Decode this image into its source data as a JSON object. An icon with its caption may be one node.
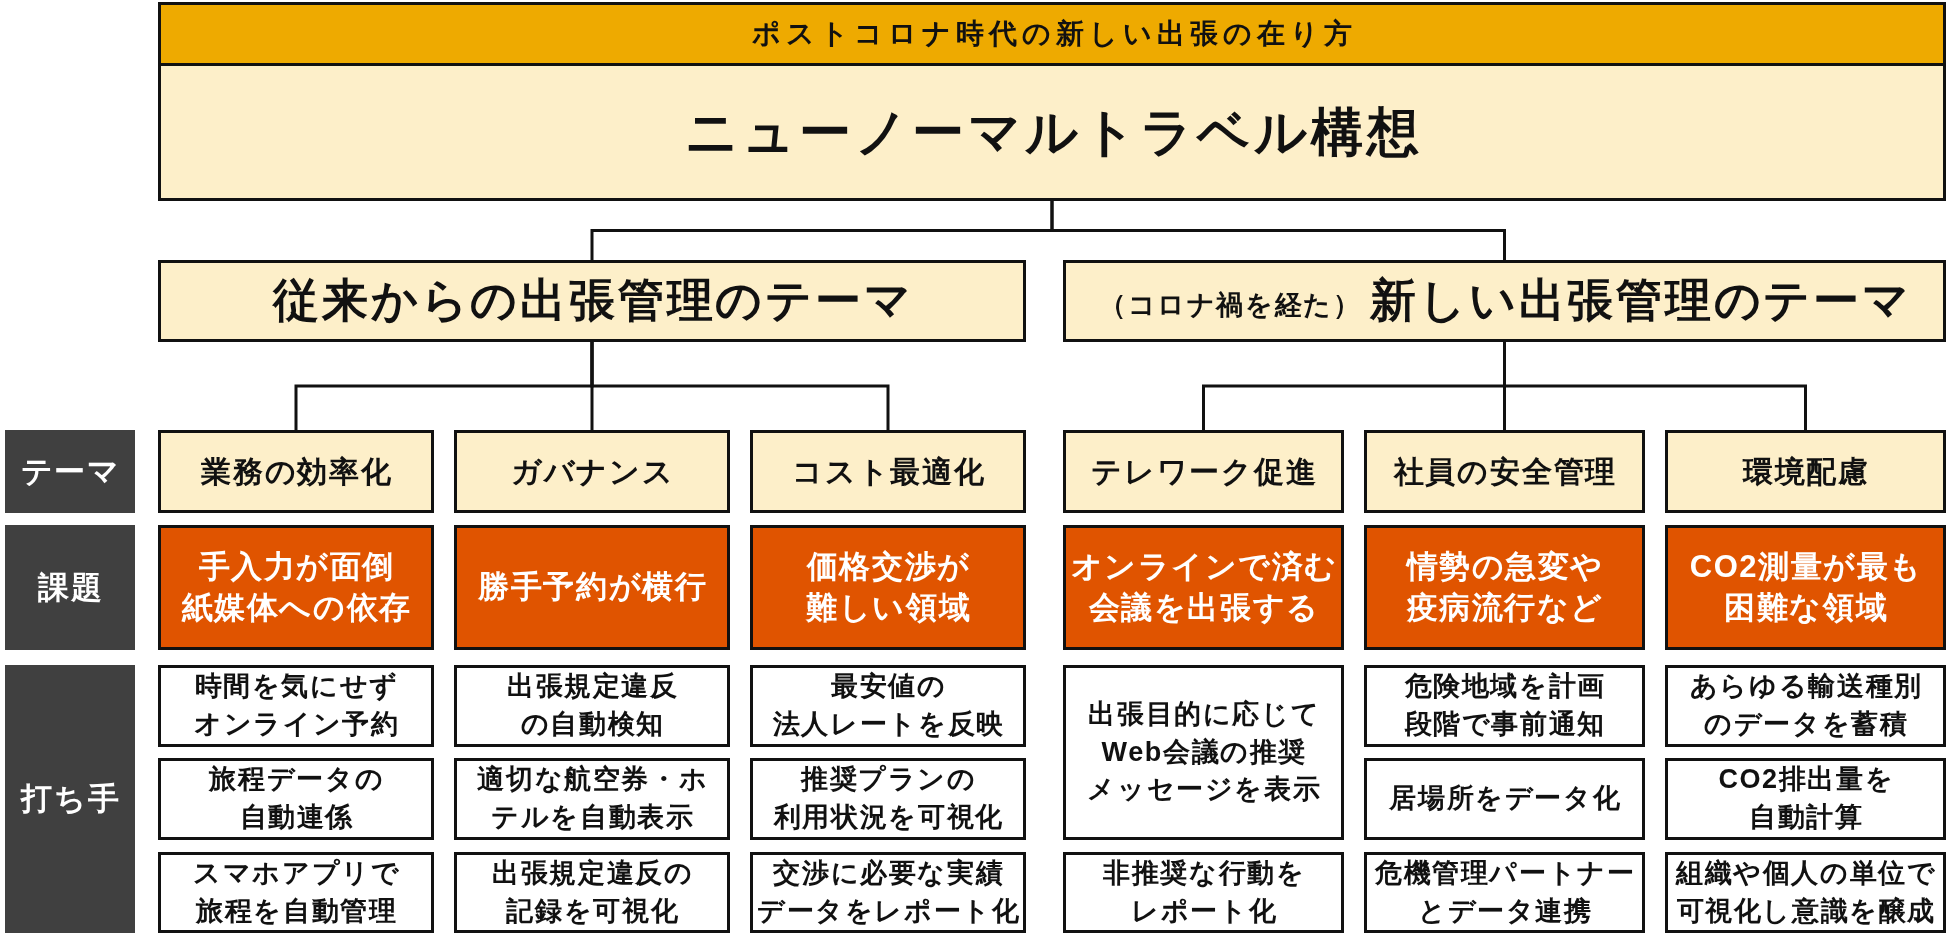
{
  "diagram": {
    "nodes": [
      {
        "text": [
          "ポストコロナ時代の新しい出張の在り方"
        ]
      },
      {
        "text": [
          "ニューノーマルトラベル構想"
        ]
      },
      {
        "text": [
          "従来からの出張管理のテーマ"
        ]
      },
      {
        "text": [
          "（コロナ禍を経た）",
          "新しい出張管理のテーマ"
        ]
      },
      {
        "text": [
          "テーマ"
        ]
      },
      {
        "text": [
          "業務の効率化"
        ]
      },
      {
        "text": [
          "ガバナンス"
        ]
      },
      {
        "text": [
          "コスト最適化"
        ]
      },
      {
        "text": [
          "テレワーク促進"
        ]
      },
      {
        "text": [
          "社員の安全管理"
        ]
      },
      {
        "text": [
          "環境配慮"
        ]
      },
      {
        "text": [
          "課題"
        ]
      },
      {
        "text": [
          "手入力が面倒紙媒体への依存"
        ]
      },
      {
        "text": [
          "勝手予約が横行"
        ]
      },
      {
        "text": [
          "価格交渉が難しい領域"
        ]
      },
      {
        "text": [
          "オンラインで済む会議を出張する"
        ]
      },
      {
        "text": [
          "情勢の急変や疫病流行など"
        ]
      },
      {
        "text": [
          "CO2測量が最も困難な領域"
        ]
      },
      {
        "text": [
          "打ち手"
        ]
      },
      {
        "text": [
          "時間を気にせずオンライン予約"
        ]
      },
      {
        "text": [
          "出張規定違反の自動検知"
        ]
      },
      {
        "text": [
          "最安値の法人レートを反映"
        ]
      },
      {
        "text": [
          "出張目的に応じてWeb会議の推奨メッセージを表示"
        ]
      },
      {
        "text": [
          "危険地域を計画段階で事前通知"
        ]
      },
      {
        "text": [
          "あらゆる輸送種別のデータを蓄積"
        ]
      },
      {
        "text": [
          "旅程データの自動連係"
        ]
      },
      {
        "text": [
          "適切な航空券・ホテルを自動表示"
        ]
      },
      {
        "text": [
          "推奨プランの利用状況を可視化"
        ]
      },
      {
        "text": [
          "居場所をデータ化"
        ]
      },
      {
        "text": [
          "CO2排出量を自動計算"
        ]
      },
      {
        "text": [
          "スマホアプリで旅程を自動管理"
        ]
      },
      {
        "text": [
          "出張規定違反の記録を可視化"
        ]
      },
      {
        "text": [
          "交渉に必要な実績データをレポート化"
        ]
      },
      {
        "text": [
          "非推奨な行動をレポート化"
        ]
      },
      {
        "text": [
          "危機管理パートナーとデータ連携"
        ]
      },
      {
        "text": [
          "組織や個人の単位で可視化し意識を醸成"
        ]
      }
    ],
    "edges": [
      {
        "from": 1,
        "to": 2,
        "arrow": "none"
      },
      {
        "from": 1,
        "to": 3,
        "arrow": "none"
      },
      {
        "from": 2,
        "to": 5,
        "arrow": "none"
      },
      {
        "from": 2,
        "to": 6,
        "arrow": "none"
      },
      {
        "from": 2,
        "to": 7,
        "arrow": "none"
      },
      {
        "from": 3,
        "to": 8,
        "arrow": "none"
      },
      {
        "from": 3,
        "to": 9,
        "arrow": "none"
      },
      {
        "from": 3,
        "to": 10,
        "arrow": "none"
      }
    ]
  }
}
